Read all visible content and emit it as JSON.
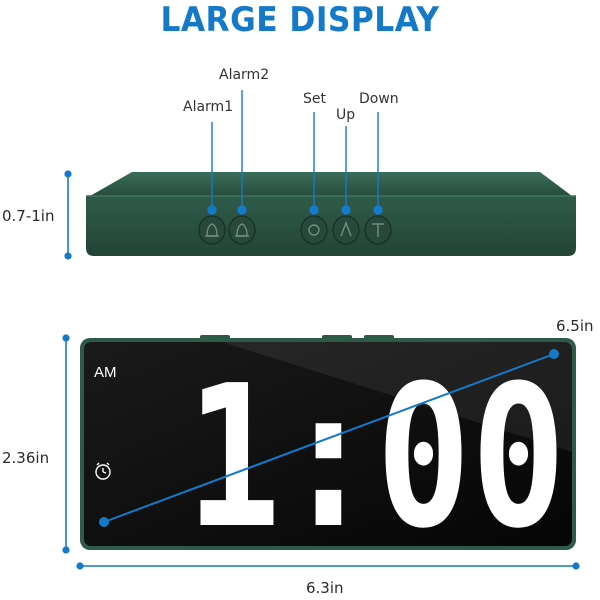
{
  "headline": "LARGE DISPLAY",
  "buttons": {
    "alarm1": "Alarm1",
    "alarm2": "Alarm2",
    "set": "Set",
    "up": "Up",
    "down": "Down"
  },
  "dimensions": {
    "height": "0.7-1in",
    "display_height": "2.36in",
    "diagonal": "6.5in",
    "width": "6.3in"
  },
  "display": {
    "meridiem": "AM",
    "time": "1:00"
  },
  "colors": {
    "accent": "#1479c8",
    "housing": "#2e5a48",
    "screen": "#0d0d0d",
    "digits": "#ffffff"
  },
  "icons": [
    "alarm-clock-icon",
    "bell-icon",
    "sun-icon",
    "up-arrow-icon",
    "down-arrow-icon"
  ]
}
